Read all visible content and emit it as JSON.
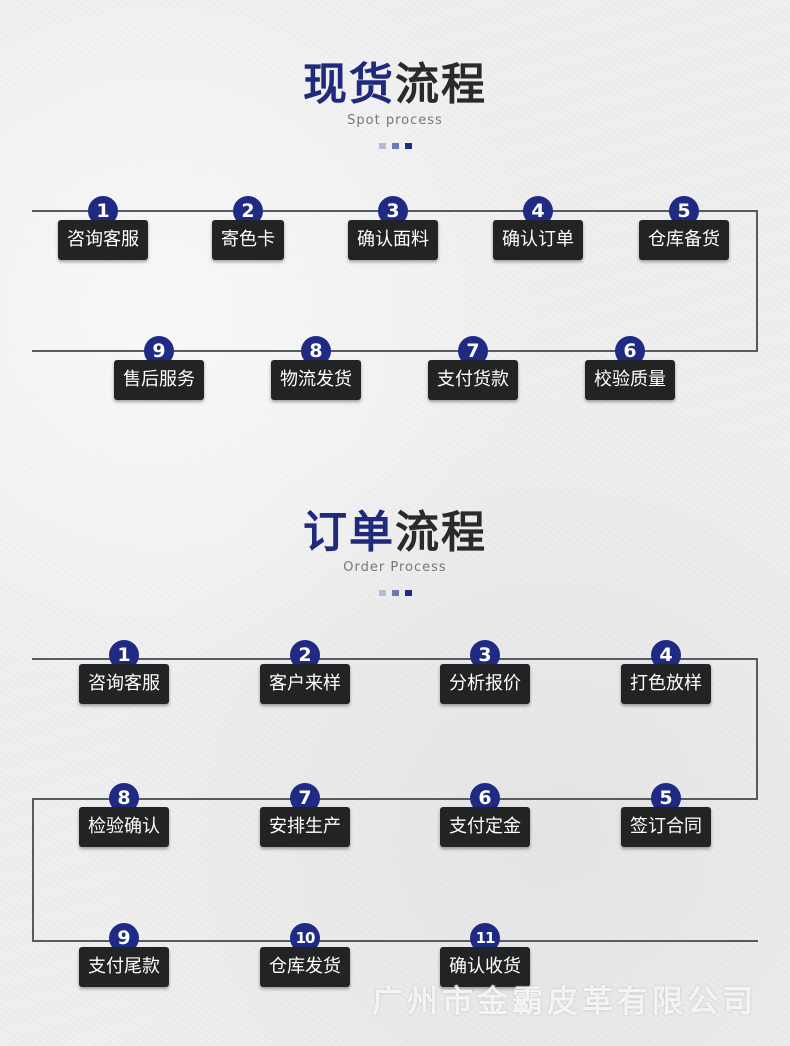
{
  "section1": {
    "title_accent": "现货",
    "title_rest": "流程",
    "subtitle": "Spot process",
    "steps": [
      {
        "num": "1",
        "label": "咨询客服"
      },
      {
        "num": "2",
        "label": "寄色卡"
      },
      {
        "num": "3",
        "label": "确认面料"
      },
      {
        "num": "4",
        "label": "确认订单"
      },
      {
        "num": "5",
        "label": "仓库备货"
      },
      {
        "num": "6",
        "label": "校验质量"
      },
      {
        "num": "7",
        "label": "支付货款"
      },
      {
        "num": "8",
        "label": "物流发货"
      },
      {
        "num": "9",
        "label": "售后服务"
      }
    ]
  },
  "section2": {
    "title_accent": "订单",
    "title_rest": "流程",
    "subtitle": "Order Process",
    "steps": [
      {
        "num": "1",
        "label": "咨询客服"
      },
      {
        "num": "2",
        "label": "客户来样"
      },
      {
        "num": "3",
        "label": "分析报价"
      },
      {
        "num": "4",
        "label": "打色放样"
      },
      {
        "num": "5",
        "label": "签订合同"
      },
      {
        "num": "6",
        "label": "支付定金"
      },
      {
        "num": "7",
        "label": "安排生产"
      },
      {
        "num": "8",
        "label": "检验确认"
      },
      {
        "num": "9",
        "label": "支付尾款"
      },
      {
        "num": "10",
        "label": "仓库发货"
      },
      {
        "num": "11",
        "label": "确认收货"
      }
    ]
  },
  "watermark": "广州市金霸皮革有限公司",
  "colors": {
    "accent": "#1f2a85",
    "box": "#222325",
    "line": "#555b63"
  }
}
